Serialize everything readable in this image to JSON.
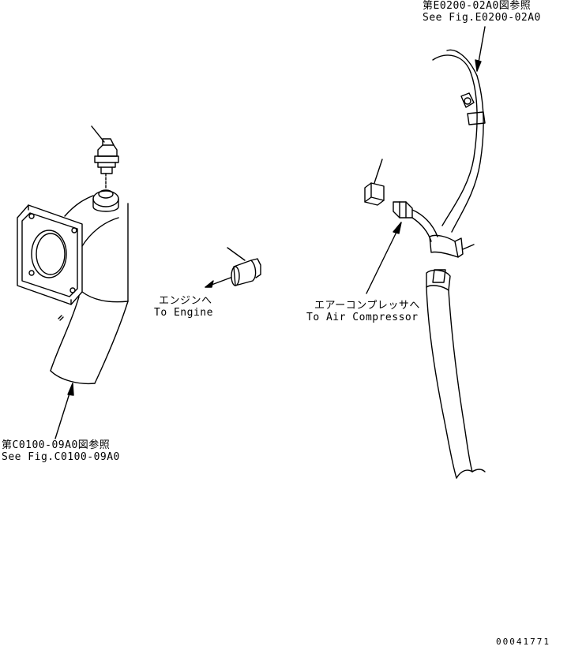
{
  "labels": {
    "ref_e0200": {
      "jp": "第E0200-02A0図参照",
      "en": "See Fig.E0200-02A0"
    },
    "ref_c0100": {
      "jp": "第C0100-09A0図参照",
      "en": "See Fig.C0100-09A0"
    },
    "to_engine": {
      "jp": "エンジンへ",
      "en": "To Engine"
    },
    "to_compressor": {
      "jp": "エアーコンプレッサへ",
      "en": "To Air Compressor"
    }
  },
  "document_number": "00041771"
}
